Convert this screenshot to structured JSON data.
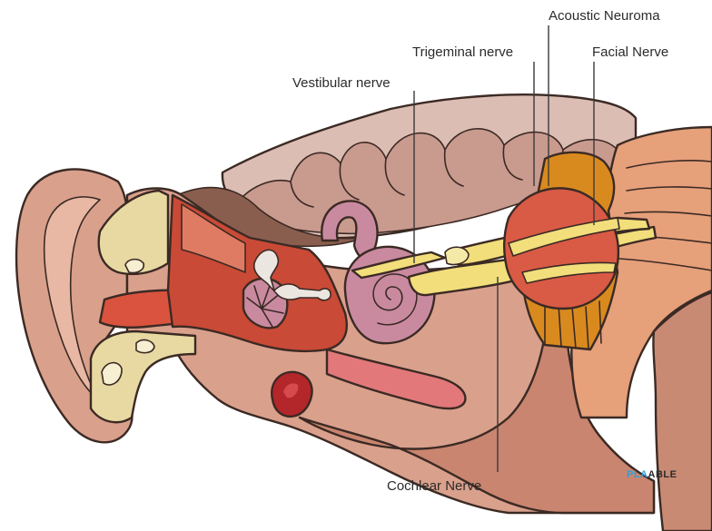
{
  "labels": {
    "acoustic_neuroma": "Acoustic Neuroma",
    "trigeminal_nerve": "Trigeminal nerve",
    "facial_nerve": "Facial Nerve",
    "vestibular_nerve": "Vestibular nerve",
    "cochlear_nerve": "Cochlear Nerve"
  },
  "watermark": {
    "part1": "PLA",
    "part2": "ABLE"
  },
  "colors": {
    "skin": "#d9a08c",
    "skin_dark": "#c9856f",
    "brain": "#dcbdb3",
    "dura": "#c99a8e",
    "bone": "#e8d9a2",
    "canal": "#d9533e",
    "cochlea": "#c98aa0",
    "tumor": "#d95a45",
    "nerve": "#f2de7a",
    "brainstem": "#e6a07a",
    "ganglion": "#d98a1e",
    "watermark_blue": "#2f9fd6",
    "watermark_dark": "#2b2b2b"
  }
}
